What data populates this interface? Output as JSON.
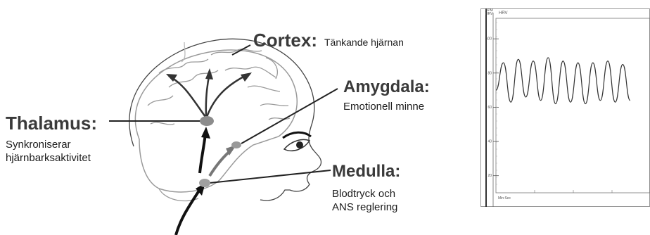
{
  "labels": {
    "cortex": {
      "title": "Cortex:",
      "desc": "Tänkande hjärnan"
    },
    "amygdala": {
      "title": "Amygdala:",
      "desc": "Emotionell minne"
    },
    "thalamus": {
      "title": "Thalamus:",
      "desc_lines": [
        "Synkroniserar",
        "hjärnbarksaktivitet"
      ]
    },
    "medulla": {
      "title": "Medulla:",
      "desc_lines": [
        "Blodtryck och",
        "ANS reglering"
      ]
    }
  },
  "hrv_chart": {
    "title": "HRV",
    "corner_label_lines": [
      "BPM",
      "HRV"
    ],
    "x_corner_label": "Min:Sec",
    "y_ticks": [
      100,
      80,
      60,
      40,
      20
    ],
    "y_range": [
      10,
      112
    ],
    "series": [
      70,
      86,
      63,
      88,
      66,
      87,
      64,
      89,
      62,
      87,
      63,
      86,
      62,
      86,
      64,
      87,
      63,
      85,
      64
    ],
    "colors": {
      "line": "#333333",
      "axis": "#555555",
      "border": "#999999"
    }
  }
}
